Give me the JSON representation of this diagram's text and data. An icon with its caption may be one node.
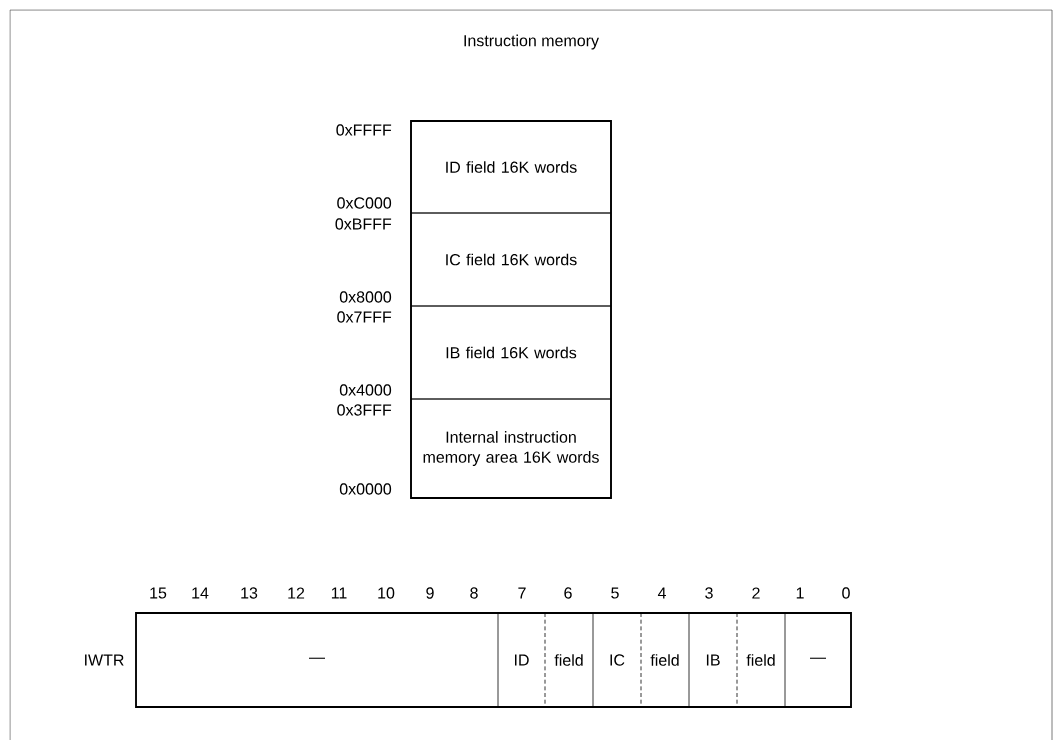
{
  "diagram": {
    "title": "Instruction memory",
    "nodes": [
      {
        "text": [
          "ID field 16K words"
        ]
      },
      {
        "text": [
          "IC field 16K words"
        ]
      },
      {
        "text": [
          "IB field 16K words"
        ]
      },
      {
        "text": [
          "Internal instruction memory area 16K words"
        ]
      },
      {
        "text": [
          "—"
        ]
      },
      {
        "text": [
          "ID"
        ]
      },
      {
        "text": [
          "field"
        ]
      },
      {
        "text": [
          "IC"
        ]
      },
      {
        "text": [
          "field"
        ]
      },
      {
        "text": [
          "IB"
        ]
      },
      {
        "text": [
          "field"
        ]
      },
      {
        "text": [
          "—"
        ]
      }
    ],
    "edges": [],
    "labels": [
      "0xFFFF",
      "0xC000",
      "0xBFFF",
      "0x8000",
      "0x7FFF",
      "0x4000",
      "0x3FFF",
      "0x0000",
      "15",
      "14",
      "13",
      "12",
      "11",
      "10",
      "9",
      "8",
      "7",
      "6",
      "5",
      "4",
      "3",
      "2",
      "1",
      "0",
      "IWTR"
    ]
  }
}
